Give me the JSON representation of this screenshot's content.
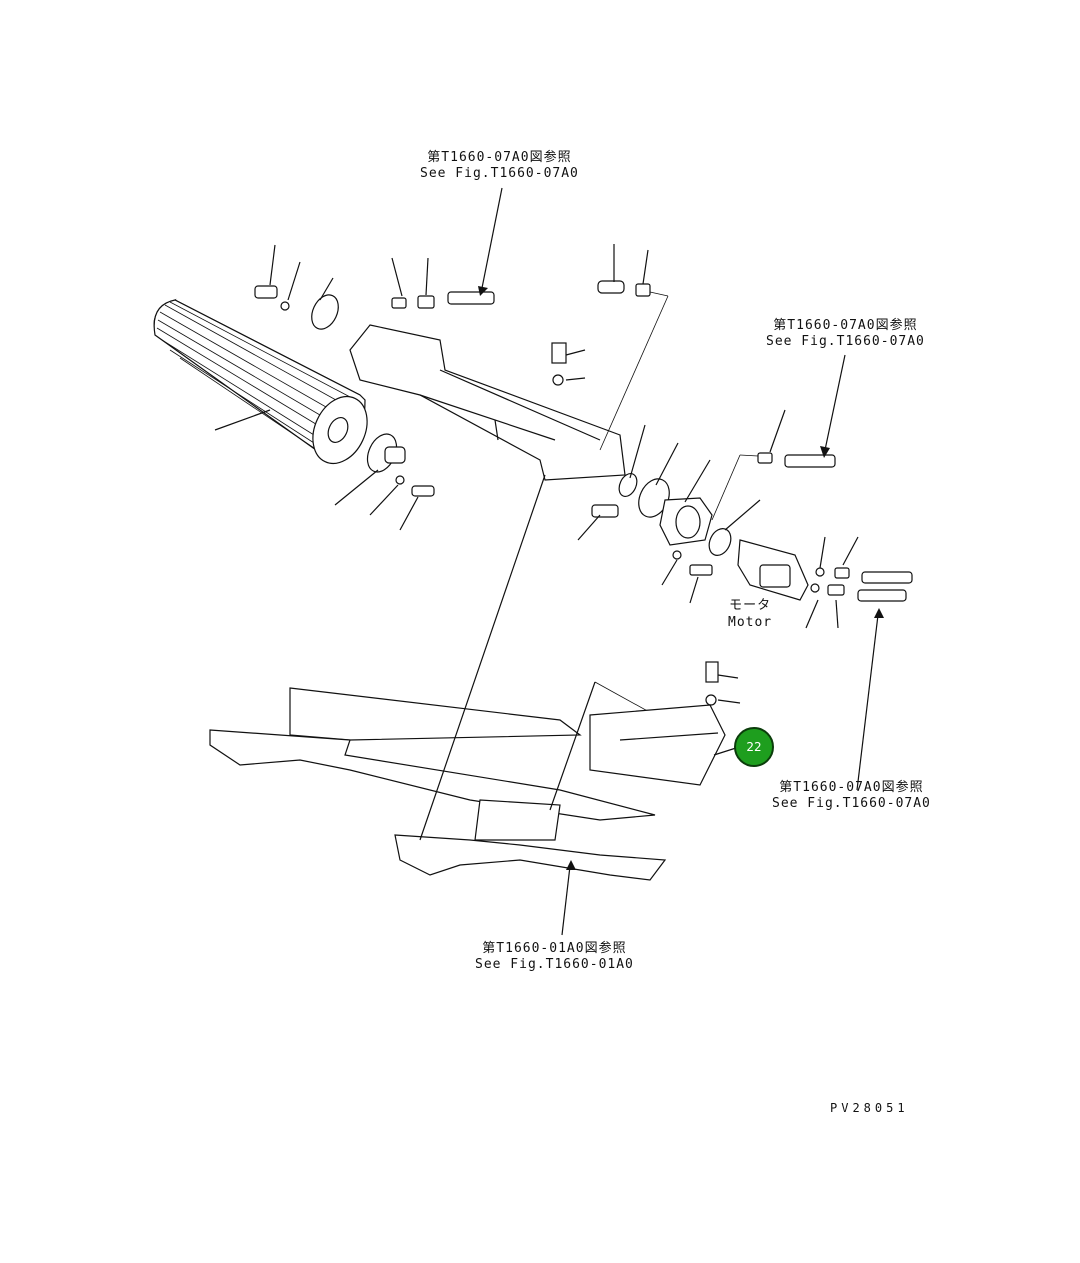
{
  "references": [
    {
      "id": "ref-top",
      "jp": "第T1660-07A0図参照",
      "en": "See Fig.T1660-07A0"
    },
    {
      "id": "ref-right-upper",
      "jp": "第T1660-07A0図参照",
      "en": "See Fig.T1660-07A0"
    },
    {
      "id": "ref-right-lower",
      "jp": "第T1660-07A0図参照",
      "en": "See Fig.T1660-07A0"
    },
    {
      "id": "ref-bottom",
      "jp": "第T1660-01A0図参照",
      "en": "See Fig.T1660-01A0"
    }
  ],
  "motor": {
    "jp": "モータ",
    "en": "Motor"
  },
  "callout": {
    "number": "22",
    "color": "#1e9e1e"
  },
  "drawing_number": "PV28051"
}
